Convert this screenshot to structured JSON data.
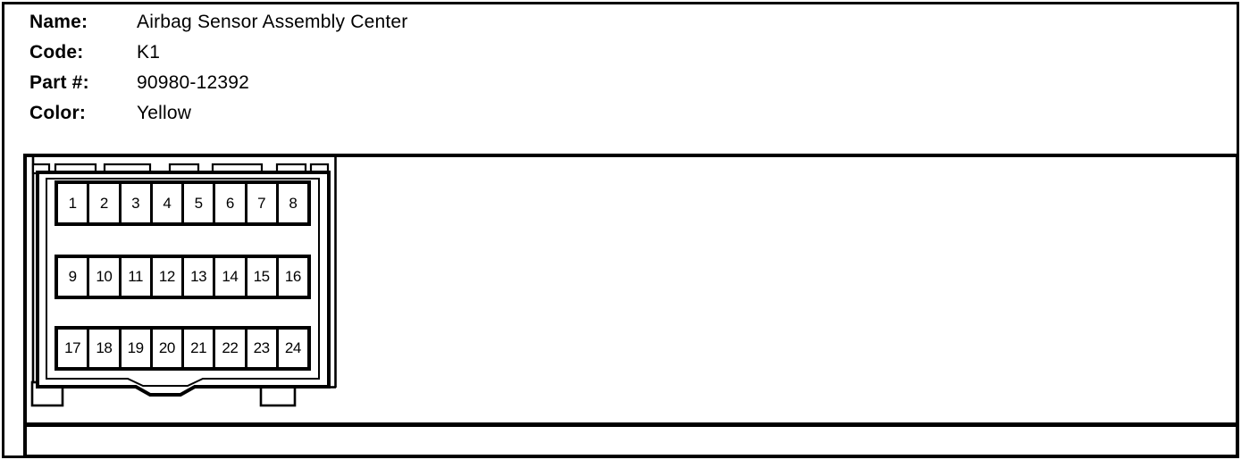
{
  "header": {
    "fields": [
      {
        "label": "Name:",
        "value": "Airbag Sensor Assembly Center"
      },
      {
        "label": "Code:",
        "value": "K1"
      },
      {
        "label": "Part #:",
        "value": "90980-12392"
      },
      {
        "label": "Color:",
        "value": "Yellow"
      }
    ]
  },
  "connector": {
    "type": "24-pin connector face view",
    "pins_per_row": 8,
    "rows": [
      [
        "1",
        "2",
        "3",
        "4",
        "5",
        "6",
        "7",
        "8"
      ],
      [
        "9",
        "10",
        "11",
        "12",
        "13",
        "14",
        "15",
        "16"
      ],
      [
        "17",
        "18",
        "19",
        "20",
        "21",
        "22",
        "23",
        "24"
      ]
    ]
  },
  "colors": {
    "line": "#000000",
    "background": "#ffffff"
  }
}
